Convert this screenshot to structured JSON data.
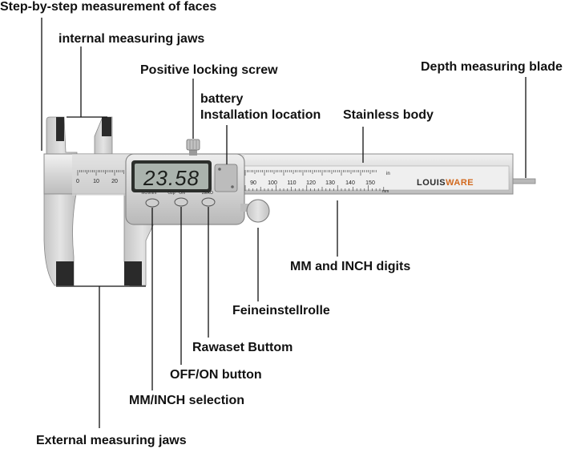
{
  "labels": {
    "step_by_step": "Step-by-step measurement of faces",
    "internal_jaws": "internal measuring jaws",
    "locking_screw": "Positive locking screw",
    "battery_line1": "battery",
    "battery_line2": "Installation location",
    "stainless_body": "Stainless body",
    "depth_blade": "Depth measuring blade",
    "mm_inch_digits": "MM and INCH digits",
    "fine_roller": "Feineinstellrolle",
    "rawaset_button": "Rawaset Buttom",
    "off_on_button": "OFF/ON button",
    "mm_inch_selection": "MM/INCH selection",
    "external_jaws": "External measuring jaws"
  },
  "device": {
    "display_reading": "23.58",
    "button_labels": [
      "inch/mm",
      "Ozp",
      "ON",
      "ZERO"
    ],
    "brand_part1": "LOUIS",
    "brand_part2": "WARE",
    "unit_top": "in",
    "unit_bottom": "mm",
    "scale_left": [
      "0",
      "10",
      "20"
    ],
    "scale_right": [
      "90",
      "100",
      "110",
      "120",
      "130",
      "140",
      "150"
    ]
  },
  "colors": {
    "line": "#111111",
    "steel_light": "#e8e8e8",
    "steel_mid": "#c9c9c9",
    "steel_dark": "#9a9a9a",
    "lcd_bg": "#aab3ad",
    "lcd_digits": "#1c1f1c",
    "brand_dark": "#2b2b2b",
    "brand_accent": "#d2691e",
    "jaw_tip": "#2a2a2a"
  }
}
